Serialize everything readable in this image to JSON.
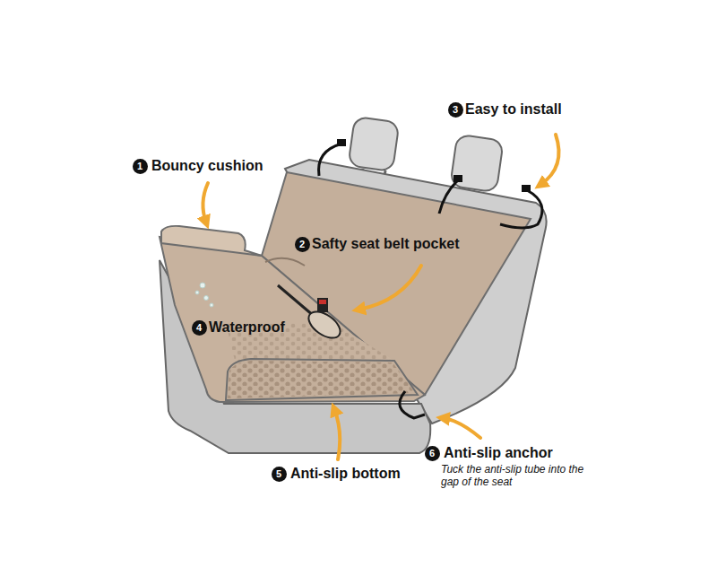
{
  "diagram": {
    "nodes": [
      {
        "text": [
          "1"
        ]
      },
      {
        "text": [
          "2"
        ]
      },
      {
        "text": [
          "3"
        ]
      },
      {
        "text": [
          "4"
        ]
      },
      {
        "text": [
          "5"
        ]
      },
      {
        "text": [
          "6"
        ]
      }
    ],
    "labels": [
      "Bouncy cushion",
      "Safty seat belt pocket",
      "Easy to install",
      "Waterproof",
      "Anti-slip bottom",
      "Anti-slip anchor",
      "Tuck the anti-slip tube into the gap of the seat"
    ]
  }
}
